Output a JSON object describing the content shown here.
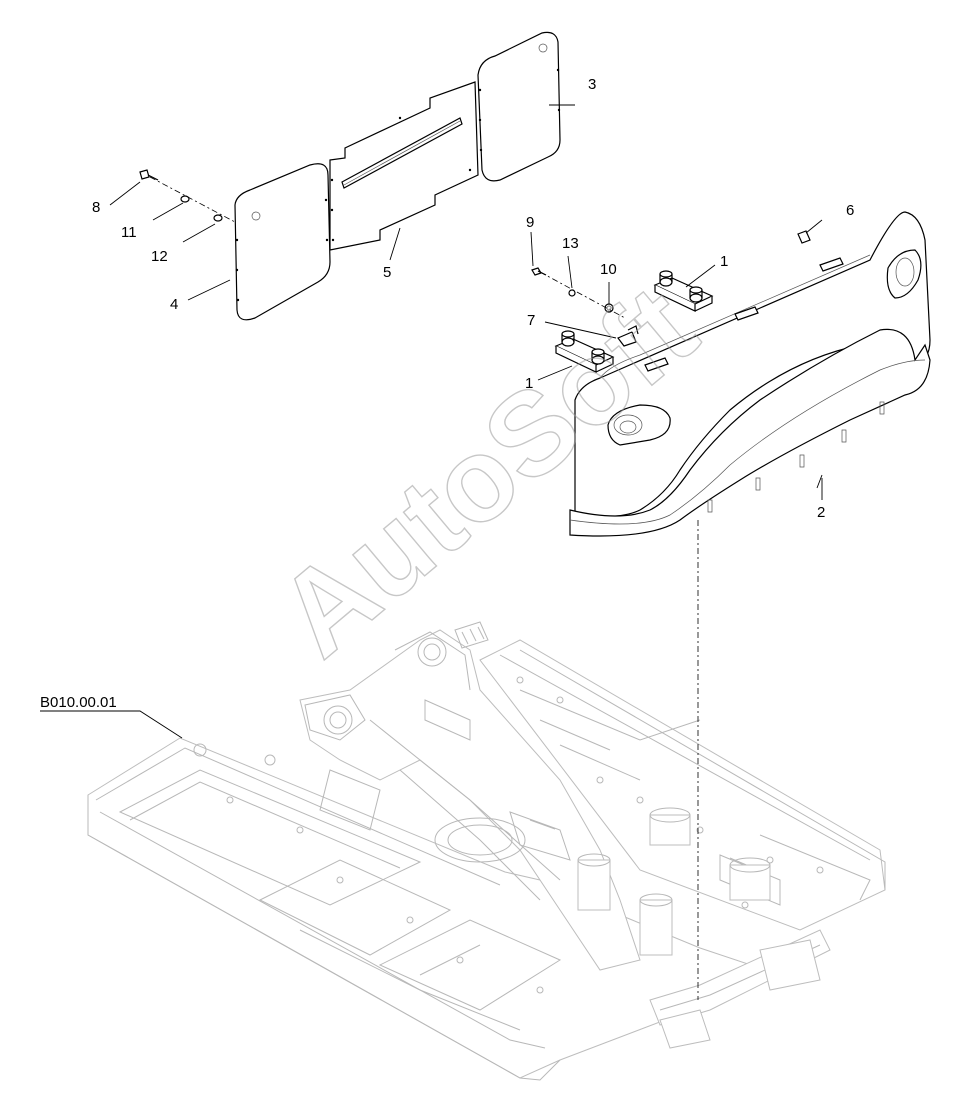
{
  "callouts": {
    "c1a": "1",
    "c1b": "1",
    "c2": "2",
    "c3": "3",
    "c4": "4",
    "c5": "5",
    "c6": "6",
    "c7": "7",
    "c8": "8",
    "c9": "9",
    "c10": "10",
    "c11": "11",
    "c12": "12",
    "c13": "13"
  },
  "reference": "B010.00.01",
  "watermark": "AutoSoft"
}
